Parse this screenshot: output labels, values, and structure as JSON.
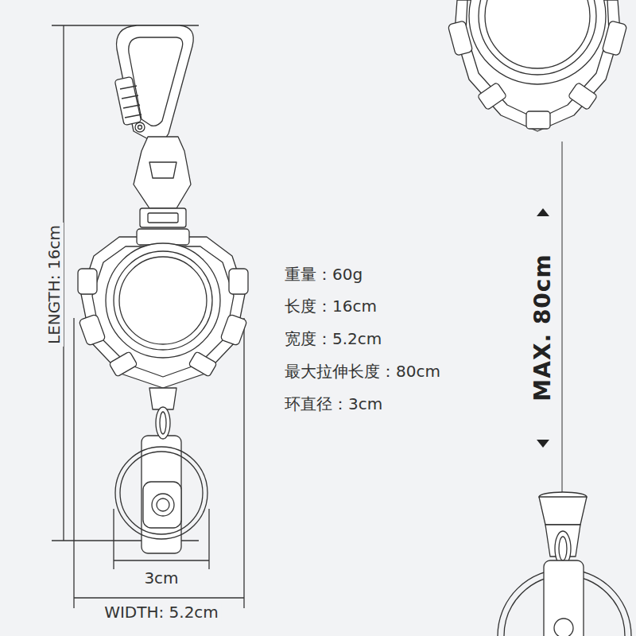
{
  "diagram": {
    "labels": [
      "LENGTH: 16cm",
      "重量：60g",
      "长度：16cm",
      "宽度：5.2cm",
      "最大拉伸长度：80cm",
      "环直径：3cm",
      "MAX. 80cm",
      "3cm",
      "WIDTH: 5.2cm"
    ]
  }
}
